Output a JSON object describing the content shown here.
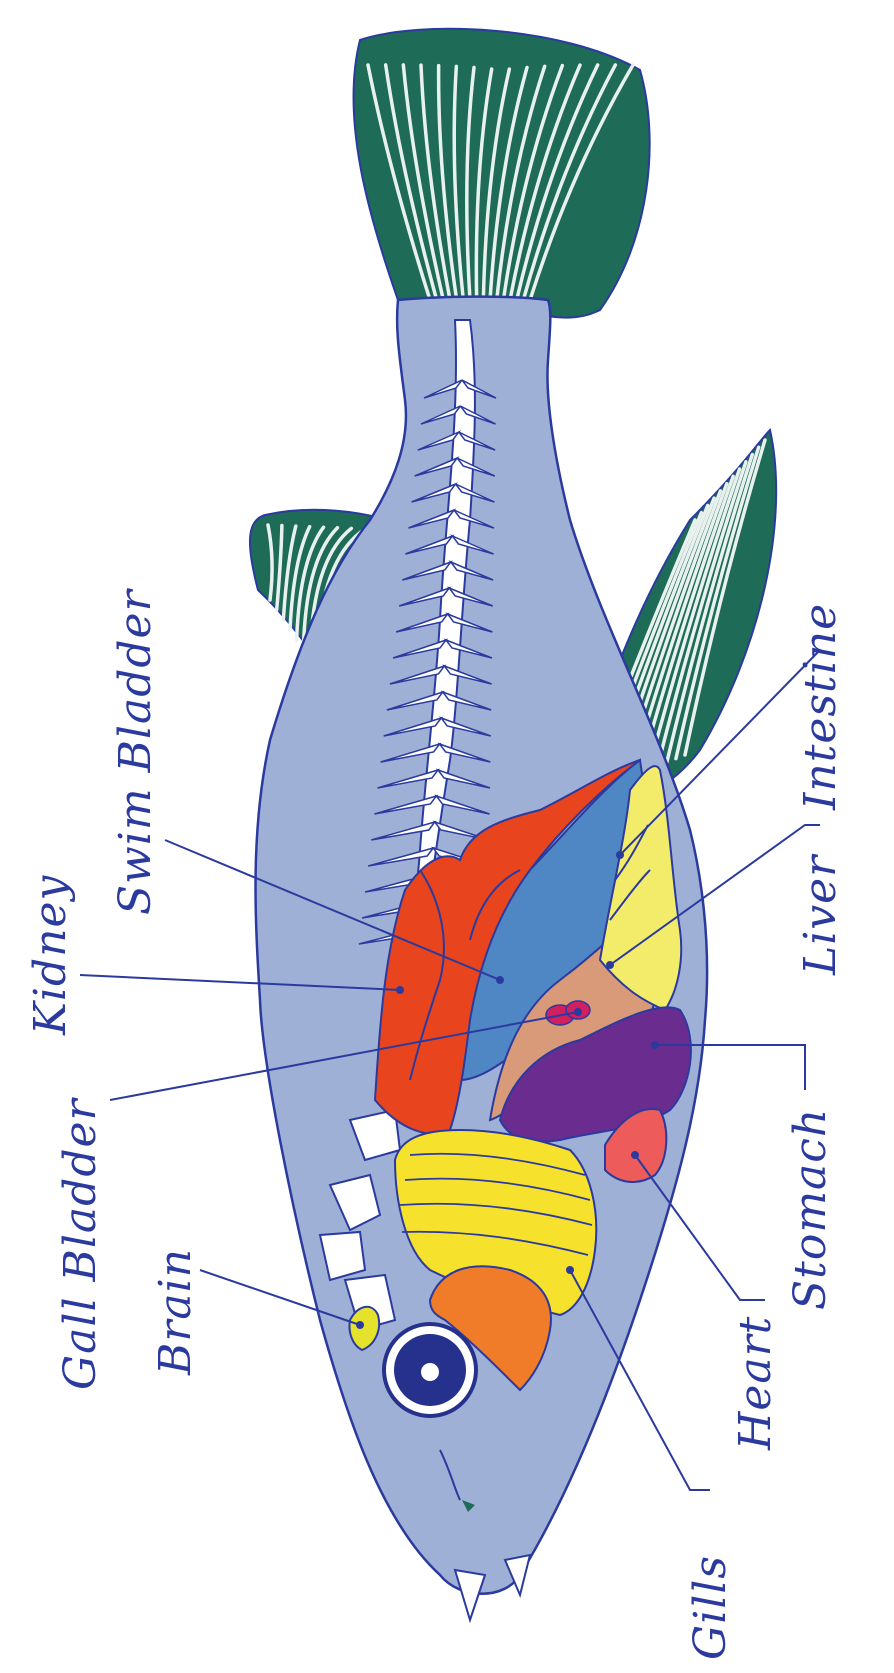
{
  "diagram": {
    "labels": {
      "kidney": "Kidney",
      "swim_bladder": "Swim Bladder",
      "intestine": "Intestine",
      "gall_bladder": "Gall Bladder",
      "brain": "Brain",
      "liver": "Liver",
      "gills": "Gills",
      "heart": "Heart",
      "stomach": "Stomach"
    },
    "colors": {
      "body": "#9fb0d6",
      "fins": "#1e6b58",
      "outline": "#2b3a9e",
      "kidney": "#e8451e",
      "swim_bladder": "#4f86c4",
      "intestine": "#f2ec6a",
      "liver": "#d99a7a",
      "stomach": "#6a2d8f",
      "heart": "#ee5b5b",
      "gills": "#f6e22d",
      "gill_cover": "#f07c2a",
      "gall_bladder": "#d11f5f",
      "brain": "#e5e22c",
      "eye": "#25318c",
      "skeleton": "#ffffff"
    }
  }
}
